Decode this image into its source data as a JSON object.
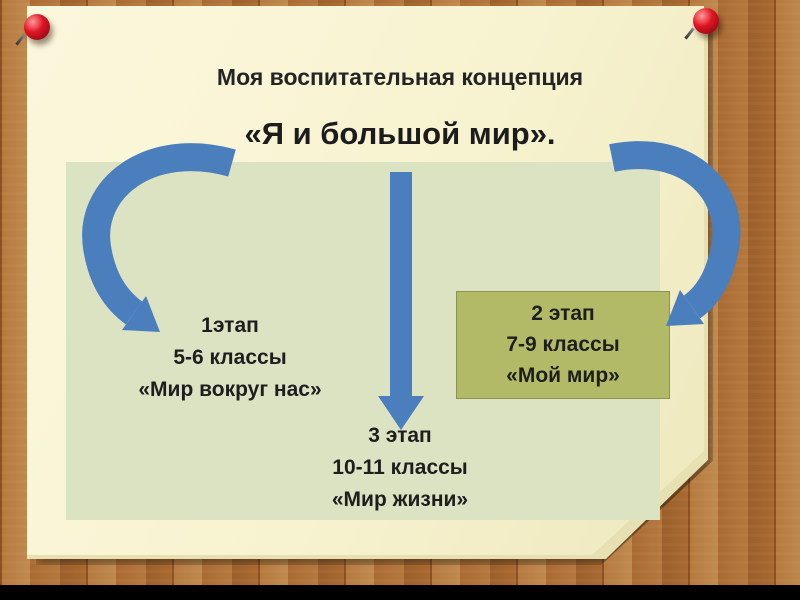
{
  "slide": {
    "title": "Моя воспитательная концепция",
    "subtitle": "«Я и большой мир».",
    "stages": [
      {
        "stage": "1этап",
        "grades": "5-6 классы",
        "motto": "«Мир вокруг нас»"
      },
      {
        "stage": "2 этап",
        "grades": "7-9 классы",
        "motto": "«Мой мир»"
      },
      {
        "stage": "3 этап",
        "grades": "10-11 классы",
        "motto": "«Мир жизни»"
      }
    ]
  },
  "icons": {
    "pins": "push-pin-icon",
    "arrows": [
      "curved-arrow-left-icon",
      "straight-arrow-down-icon",
      "curved-arrow-right-icon"
    ]
  },
  "colors": {
    "arrow": "#4a7ebd",
    "panel": "#dce3c3",
    "stage2_box": "#b2ba68",
    "stage2_border": "#8c954d",
    "paper": "#f7f3d0",
    "pin": "#e01424",
    "bottom_bar": "#000000"
  }
}
